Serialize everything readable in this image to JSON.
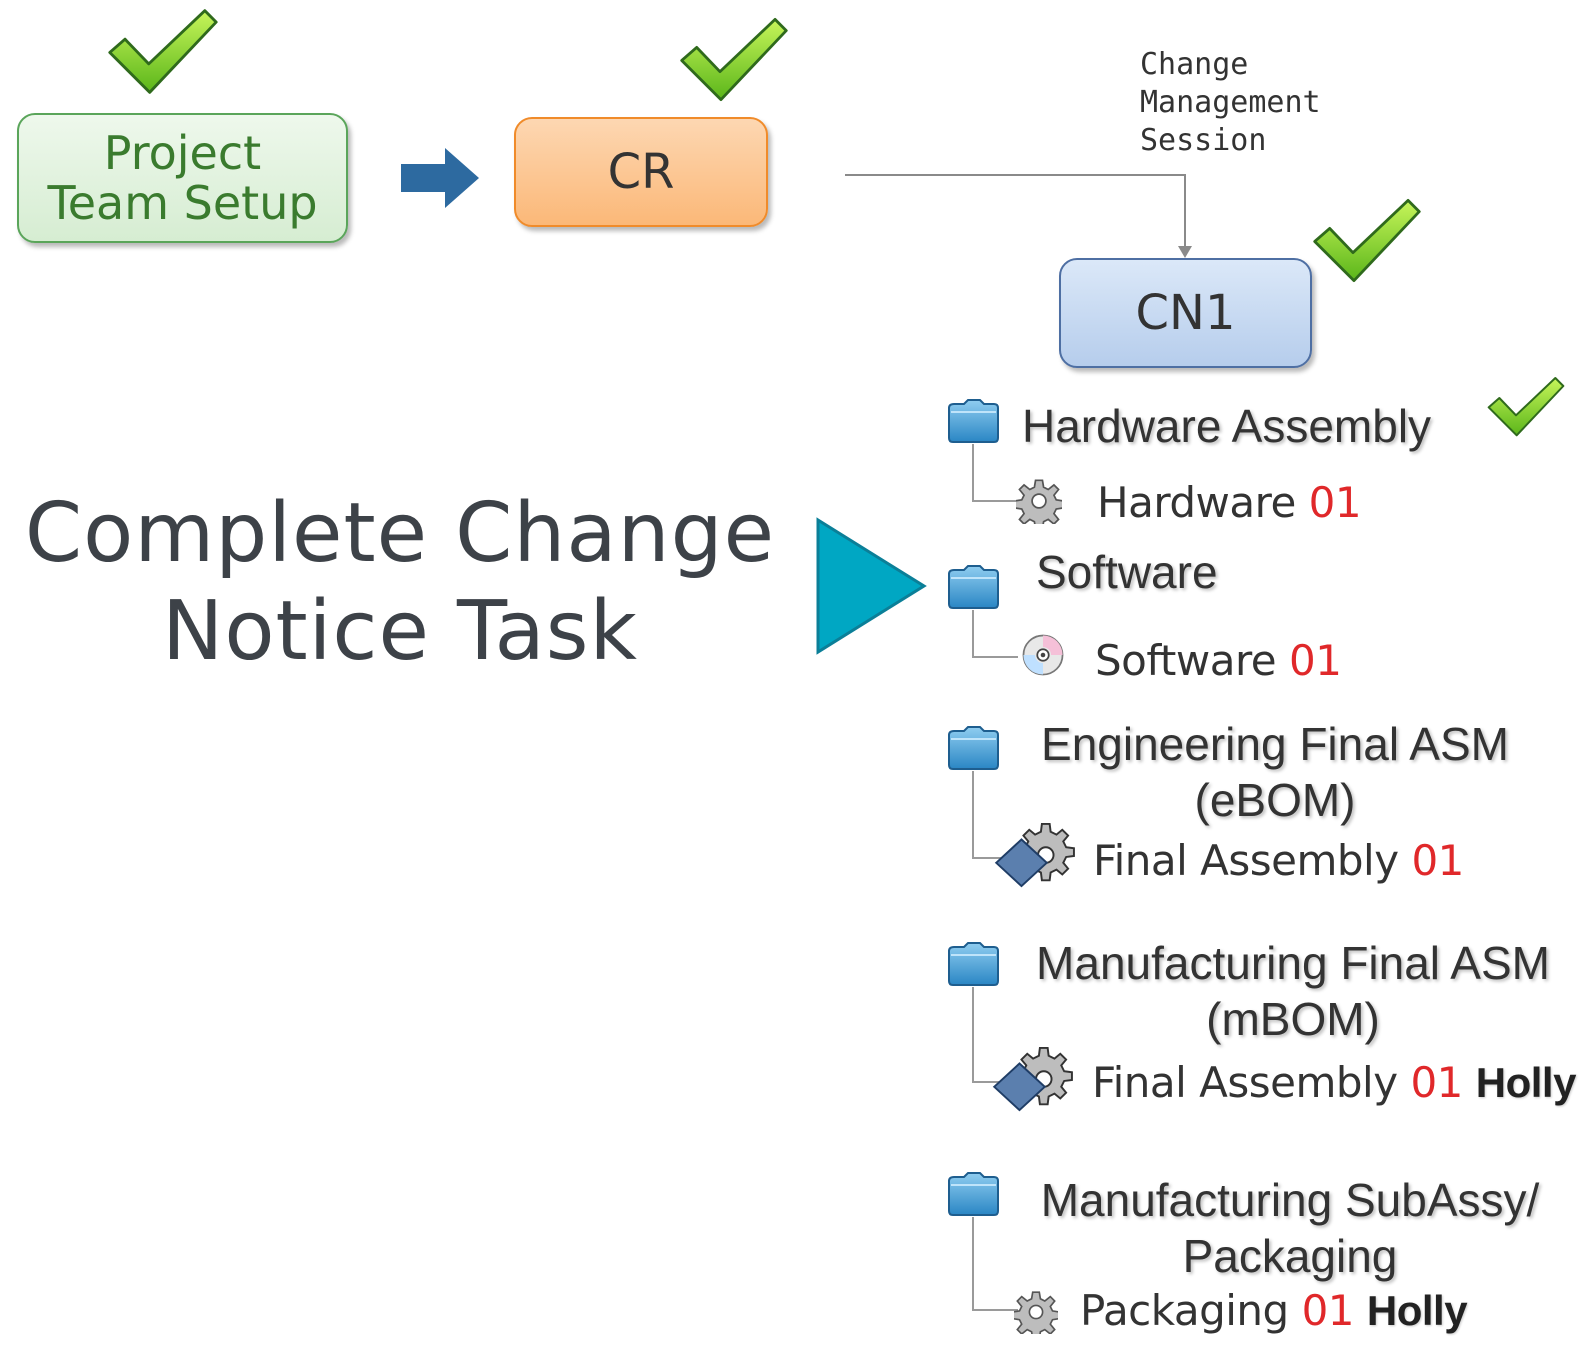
{
  "process": {
    "project_team_setup": {
      "label_line1": "Project",
      "label_line2": "Team Setup",
      "color": "#e3f3df",
      "border": "#5aa55a",
      "text_color": "#3a7b2e"
    },
    "cr": {
      "label": "CR",
      "color": "#fdc896",
      "border": "#f08b2a",
      "text_color": "#333333"
    },
    "cn1": {
      "label": "CN1",
      "color": "#c7dbf2",
      "border": "#4e6fa3",
      "text_color": "#333333"
    },
    "session_note": {
      "line1": "Change",
      "line2": "Management",
      "line3": "Session"
    }
  },
  "task_title": {
    "line1": "Complete Change",
    "line2": "Notice Task"
  },
  "colors": {
    "check_green": "#7ed321",
    "pointer_teal": "#00a7c3",
    "arrow_blue": "#2d6aa0",
    "revision_red": "#e0282a"
  },
  "tree": {
    "hardware_assembly": {
      "title": "Hardware Assembly",
      "child_name": "Hardware",
      "child_rev": "01",
      "child_icon": "gear-icon"
    },
    "software": {
      "title": "Software",
      "child_name": "Software",
      "child_rev": "01",
      "child_icon": "disc-icon"
    },
    "engineering": {
      "title_line1": "Engineering Final ASM",
      "title_line2": "(eBOM)",
      "child_name": "Final Assembly",
      "child_rev": "01",
      "child_icon": "assembly-gear-icon"
    },
    "manufacturing": {
      "title_line1": "Manufacturing Final ASM",
      "title_line2": "(mBOM)",
      "child_name": "Final Assembly",
      "child_rev": "01",
      "child_owner": "Holly",
      "child_icon": "assembly-gear-icon"
    },
    "subassy": {
      "title_line1": "Manufacturing SubAssy/",
      "title_line2": "Packaging",
      "child_name": "Packaging",
      "child_rev": "01",
      "child_owner": "Holly",
      "child_icon": "gear-icon"
    }
  }
}
